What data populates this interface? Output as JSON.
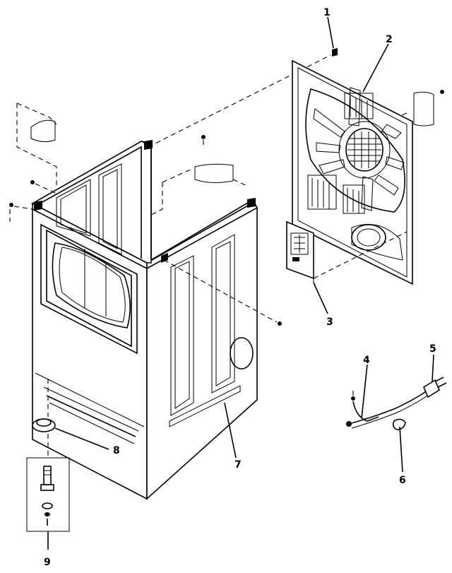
{
  "diagram": {
    "colors": {
      "ink": "#000000",
      "background": "#ffffff"
    },
    "callouts": [
      {
        "id": "1",
        "label": "1",
        "part": "screw (top of rear panel)"
      },
      {
        "id": "2",
        "label": "2",
        "part": "rear panel"
      },
      {
        "id": "3",
        "label": "3",
        "part": "terminal block cover"
      },
      {
        "id": "4",
        "label": "4",
        "part": "ground wire"
      },
      {
        "id": "5",
        "label": "5",
        "part": "power cord"
      },
      {
        "id": "6",
        "label": "6",
        "part": "strain relief"
      },
      {
        "id": "7",
        "label": "7",
        "part": "cabinet"
      },
      {
        "id": "8",
        "label": "8",
        "part": "leveling leg"
      },
      {
        "id": "9",
        "label": "9",
        "part": "leg hardware kit"
      }
    ]
  }
}
